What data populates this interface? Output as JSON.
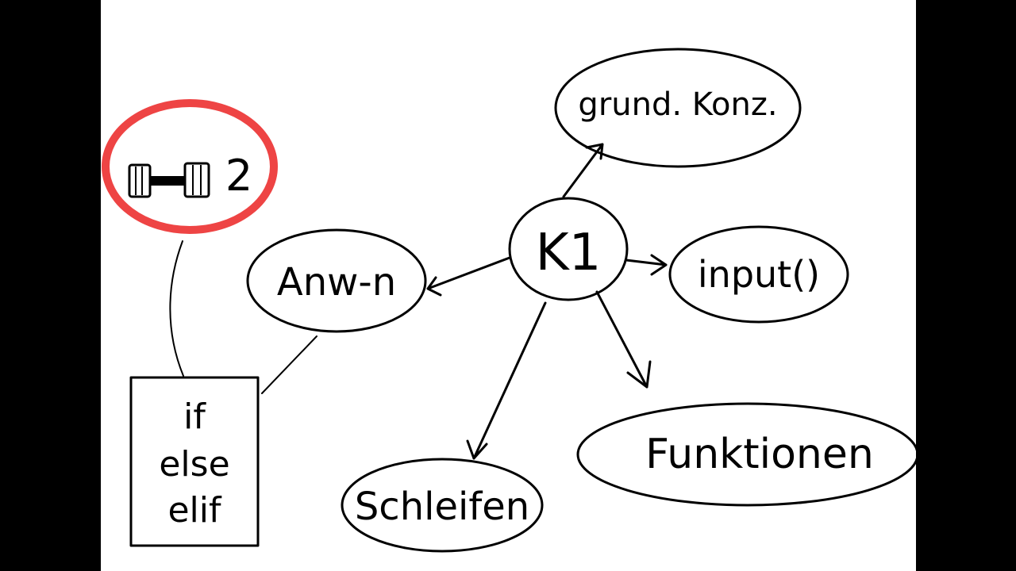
{
  "diagram": {
    "center": {
      "label": "K1"
    },
    "nodes": {
      "grundkonz": {
        "label": "grund. Konz."
      },
      "input": {
        "label": "input()"
      },
      "funktionen": {
        "label": "Funktionen"
      },
      "schleifen": {
        "label": "Schleifen"
      },
      "anwn": {
        "label": "Anw-n"
      }
    },
    "box": {
      "lines": [
        "if",
        "else",
        "elif"
      ]
    },
    "badge": {
      "icon": "dumbbell-icon",
      "number": "2",
      "ring_color": "#ee4444"
    }
  }
}
